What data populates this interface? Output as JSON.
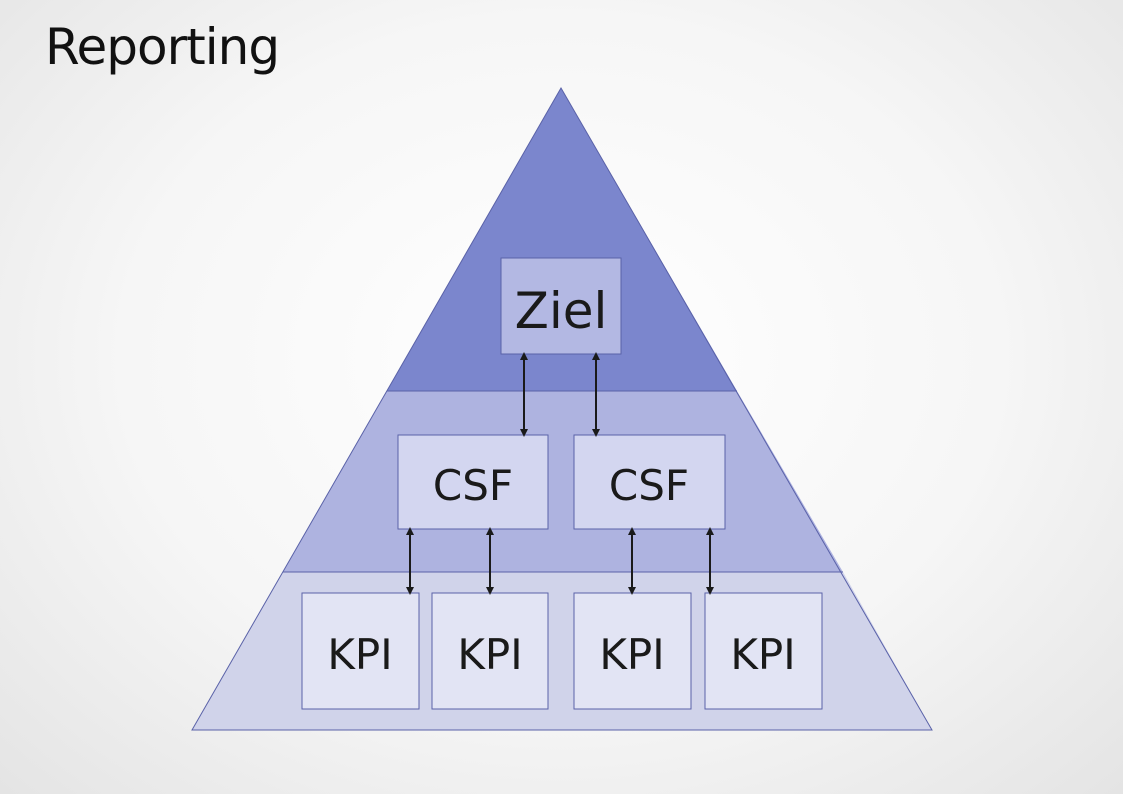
{
  "title": "Reporting",
  "colors": {
    "tier_top": "#7b86cd",
    "tier_middle": "#aeb3e0",
    "tier_bottom": "#d0d3ea",
    "box_top": "#b3b8e3",
    "box_middle": "#d3d6f0",
    "box_bottom": "#e2e4f4",
    "outline": "#5a62a8",
    "arrow": "#1a1a1a"
  },
  "pyramid": {
    "top_box": {
      "label": "Ziel"
    },
    "middle_boxes": [
      {
        "label": "CSF"
      },
      {
        "label": "CSF"
      }
    ],
    "bottom_boxes": [
      {
        "label": "KPI"
      },
      {
        "label": "KPI"
      },
      {
        "label": "KPI"
      },
      {
        "label": "KPI"
      }
    ]
  }
}
